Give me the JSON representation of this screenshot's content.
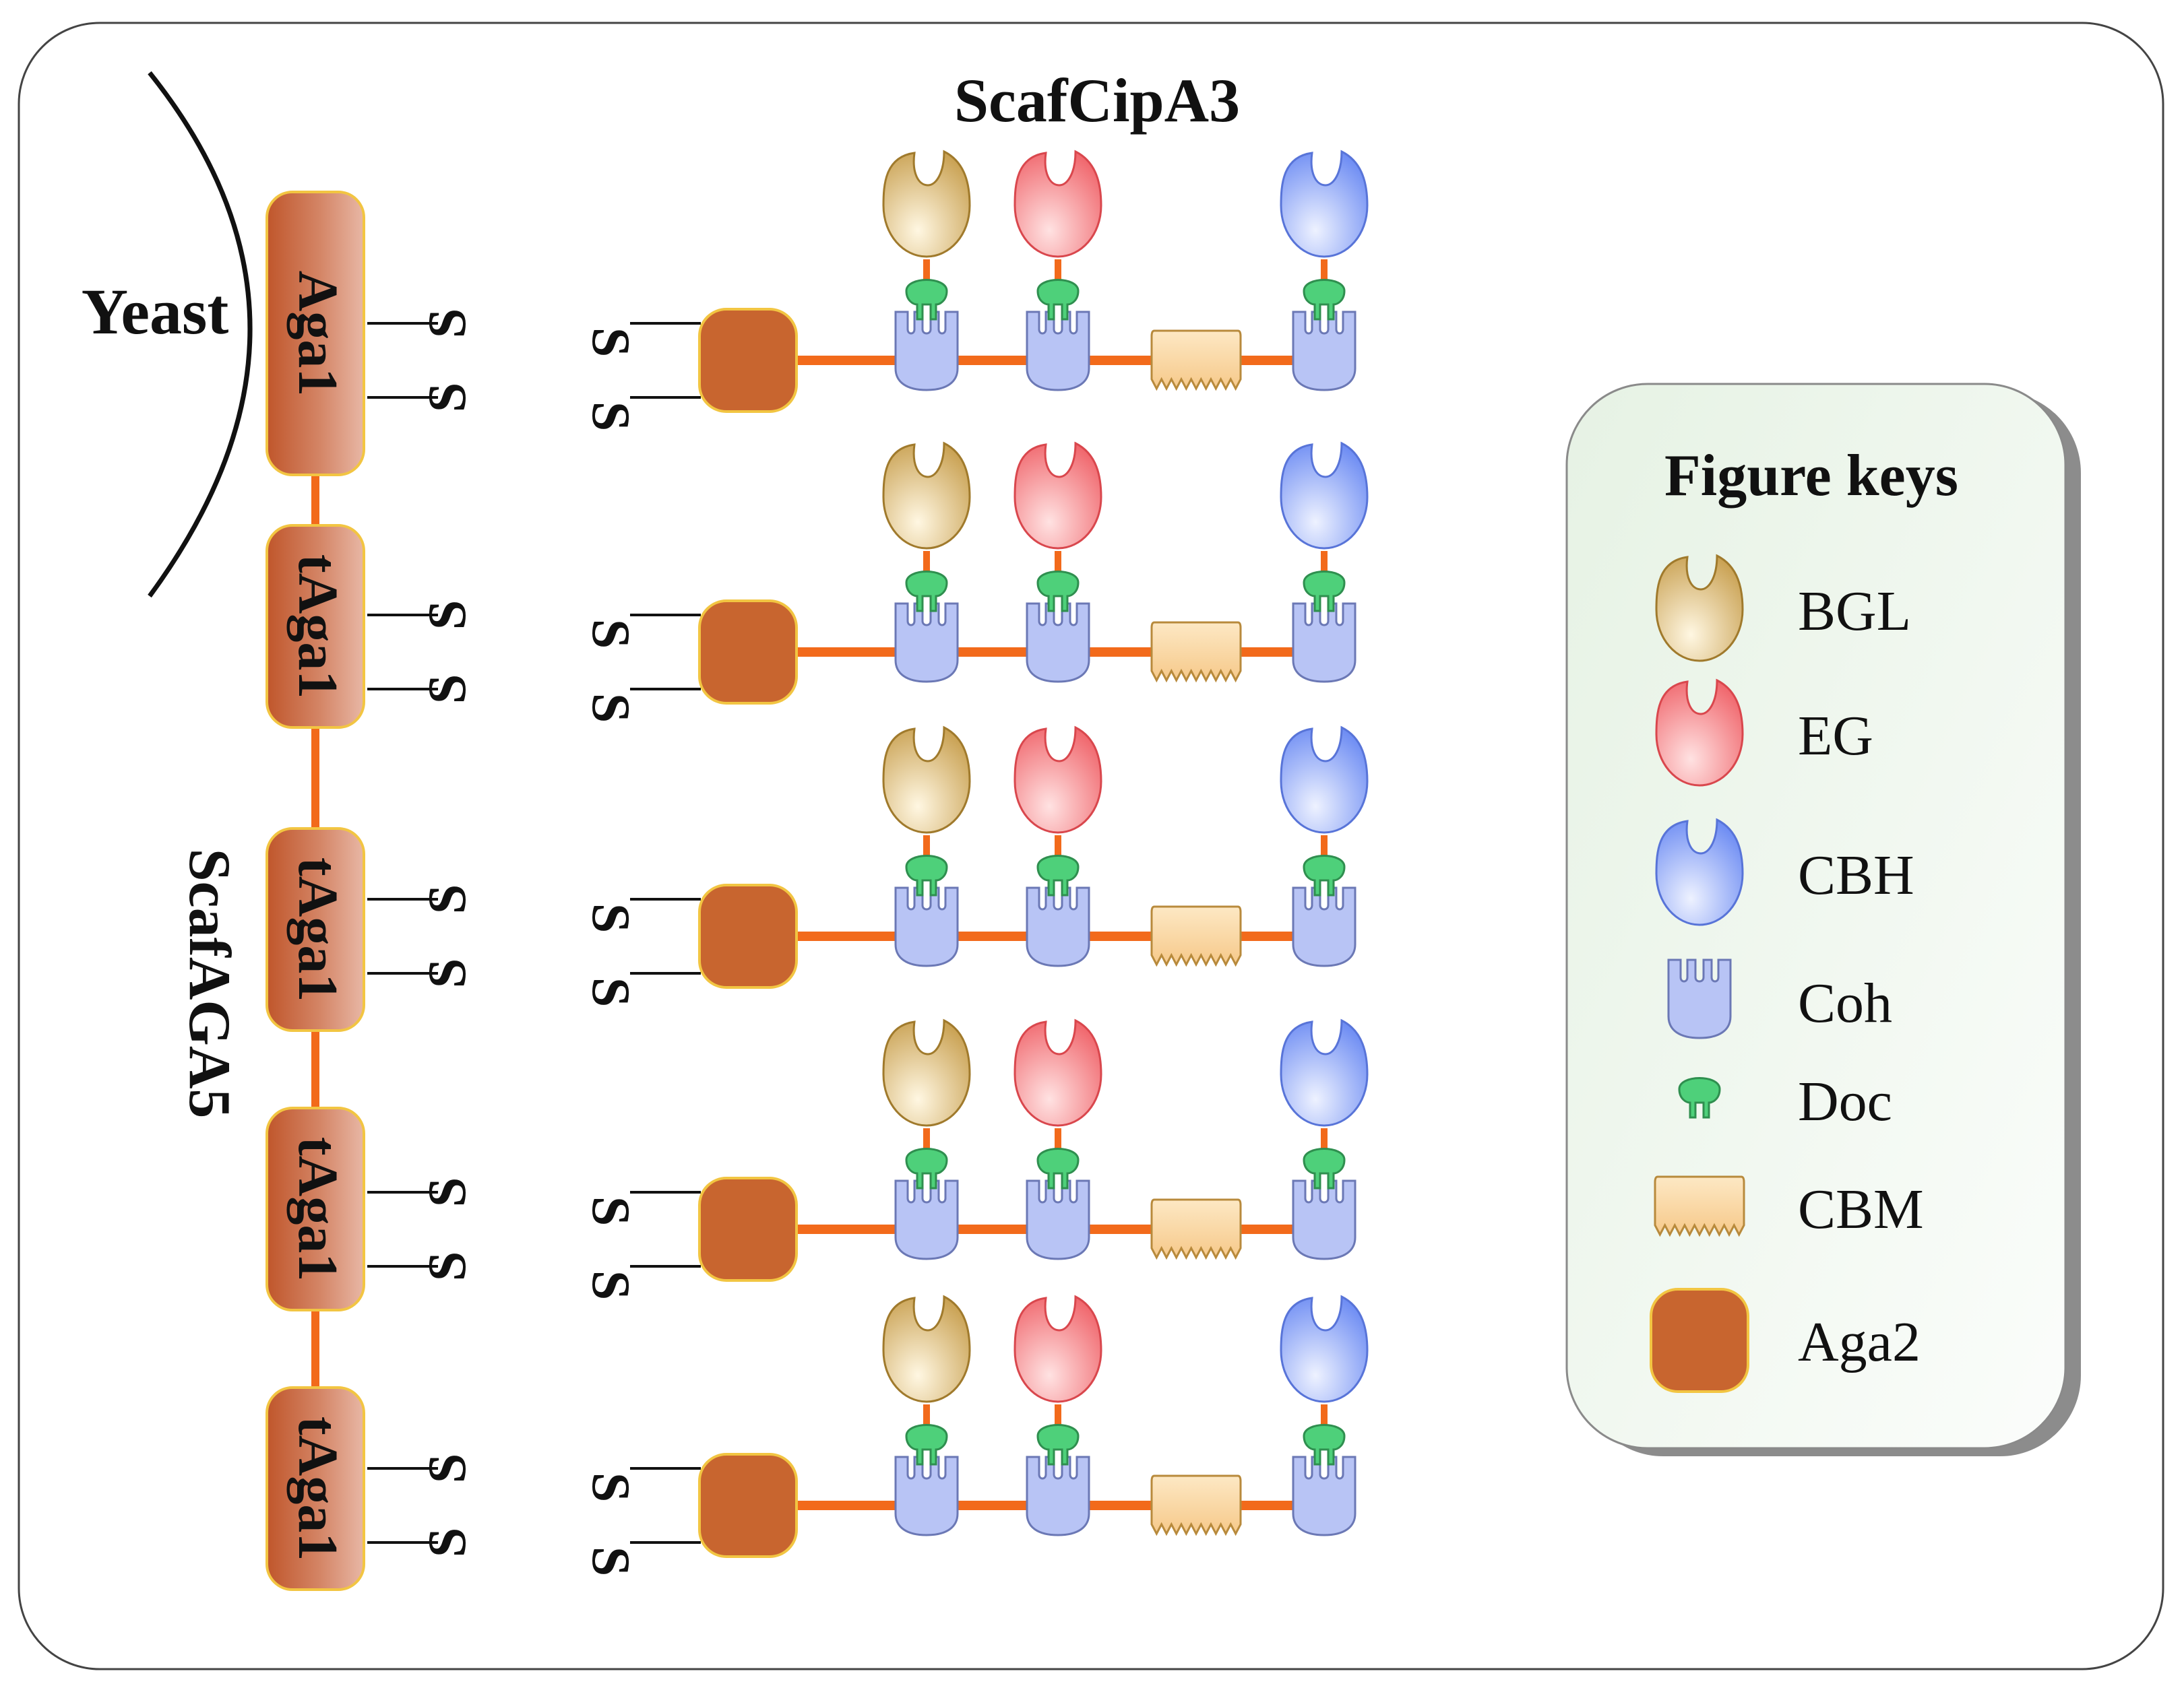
{
  "labels": {
    "top_title": "ScafCipA3",
    "side_title": "ScafAGA5",
    "yeast": "Yeast",
    "sulfur": "S"
  },
  "anchors": [
    {
      "label": "Aga1"
    },
    {
      "label": "tAga1"
    },
    {
      "label": "tAga1"
    },
    {
      "label": "tAga1"
    },
    {
      "label": "tAga1"
    }
  ],
  "legend": {
    "title": "Figure keys",
    "items": [
      {
        "icon": "bgl-enzyme-icon",
        "label": "BGL"
      },
      {
        "icon": "eg-enzyme-icon",
        "label": "EG"
      },
      {
        "icon": "cbh-enzyme-icon",
        "label": "CBH"
      },
      {
        "icon": "cohesin-icon",
        "label": "Coh"
      },
      {
        "icon": "dockerin-icon",
        "label": "Doc"
      },
      {
        "icon": "cbm-icon",
        "label": "CBM"
      },
      {
        "icon": "aga2-icon",
        "label": "Aga2"
      }
    ]
  },
  "colors": {
    "linker": "#f26a1b",
    "aga_body": "#c8663a",
    "aga2": "#c8652f",
    "cohesin": "#b8c4f5",
    "dockerin": "#4ed07a",
    "bgl": "#c9a152",
    "eg": "#f27a7e",
    "cbh": "#7f9cf5",
    "cbm": "#fbd9a0",
    "legend_bg": "#eef6ec"
  }
}
